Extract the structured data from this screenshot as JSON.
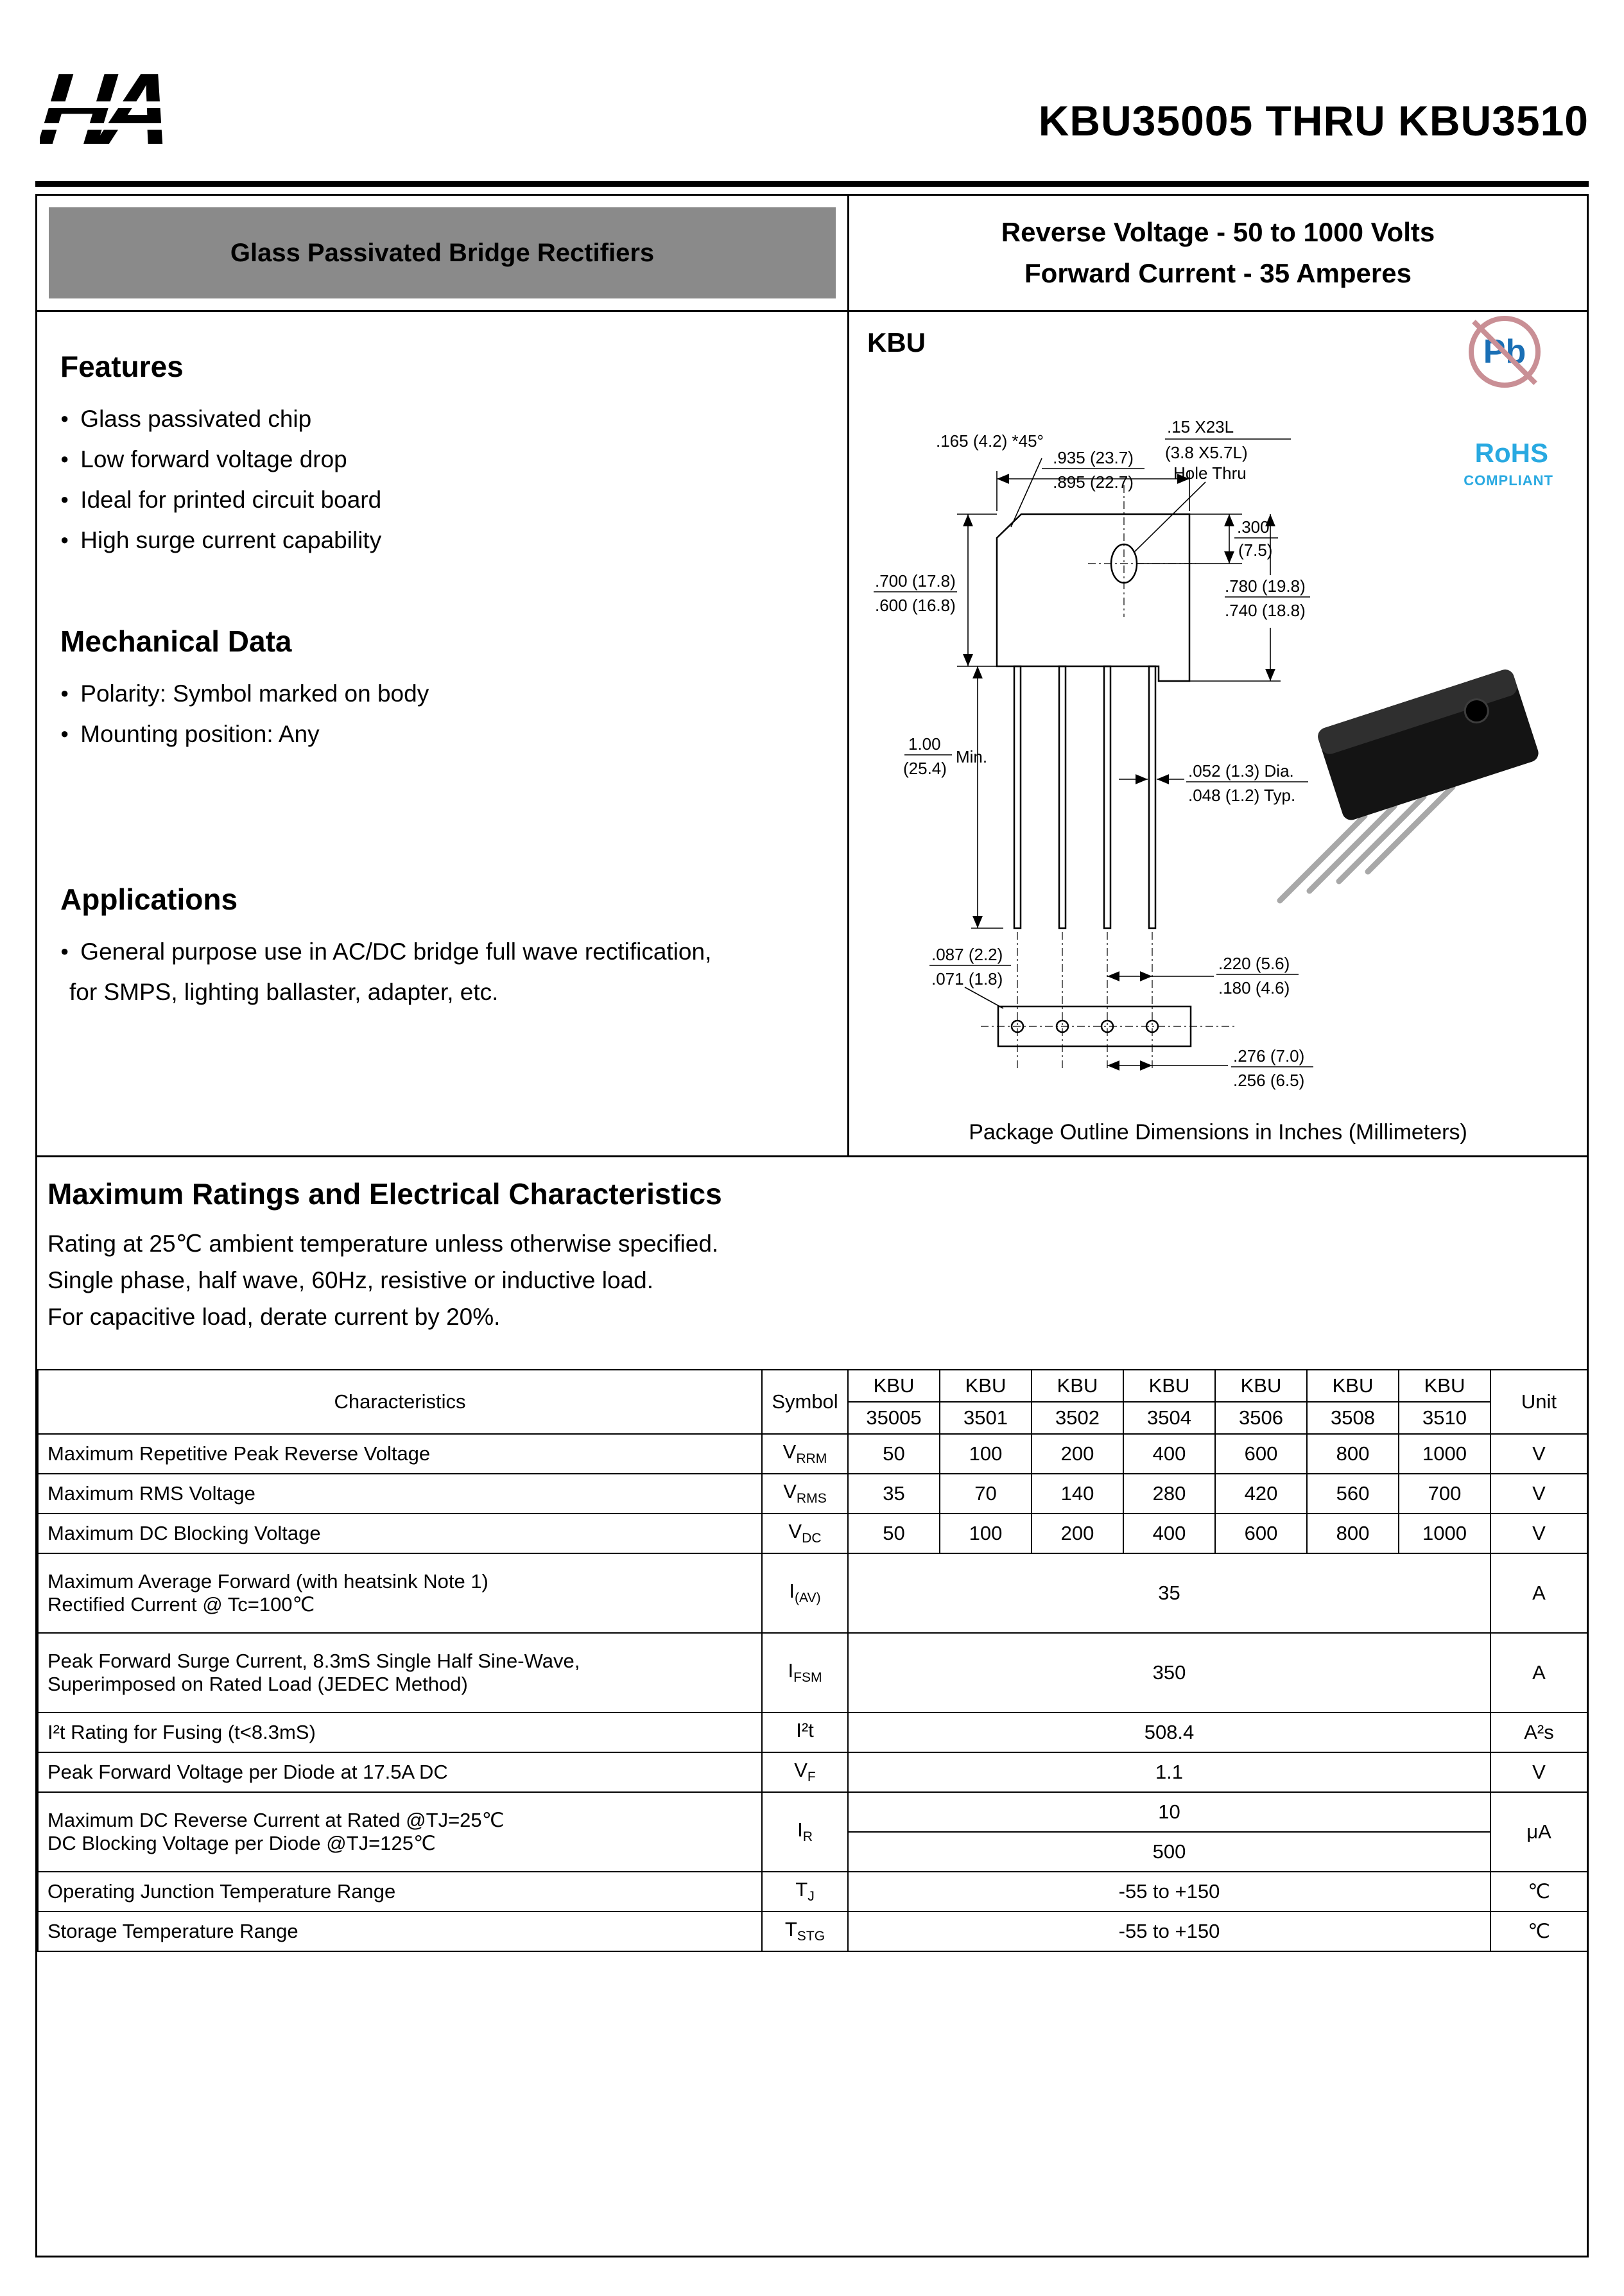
{
  "header": {
    "logo": "HA",
    "title": "KBU35005 THRU KBU3510"
  },
  "summary": {
    "product": "Glass Passivated Bridge Rectifiers",
    "reverse_voltage": "Reverse Voltage  -  50 to 1000 Volts",
    "forward_current": "Forward Current -  35 Amperes"
  },
  "features": {
    "heading": "Features",
    "items": [
      "Glass passivated chip",
      "Low forward voltage drop",
      "Ideal for printed circuit board",
      "High surge current capability"
    ]
  },
  "mechanical": {
    "heading": "Mechanical Data",
    "items": [
      "Polarity: Symbol marked on body",
      "Mounting position: Any"
    ]
  },
  "applications": {
    "heading": "Applications",
    "line1": "General purpose use in AC/DC bridge full wave rectification,",
    "line2": "for SMPS, lighting ballaster, adapter, etc."
  },
  "package": {
    "name": "KBU",
    "pb": "Pb",
    "rohs": "RoHS",
    "compliant": "COMPLIANT",
    "caption": "Package Outline Dimensions in Inches (Millimeters)",
    "dims": {
      "chamfer": ".165 (4.2) *45°",
      "w1": ".935 (23.7)",
      "w2": ".895 (22.7)",
      "h1": ".15  X23L",
      "h2": "(3.8  X5.7L)",
      "h3": "Hole Thru",
      "hp1": ".300",
      "hp2": "(7.5)",
      "l1": ".700 (17.8)",
      "l2": ".600 (16.8)",
      "r1": ".780 (19.8)",
      "r2": ".740 (18.8)",
      "ll1": "1.00",
      "ll2": "(25.4)",
      "ll3": "Min.",
      "d1": ".052 (1.3) Dia.",
      "d2": ".048 (1.2) Typ.",
      "t1": ".087 (2.2)",
      "t2": ".071 (1.8)",
      "p1a": ".220 (5.6)",
      "p1b": ".180 (4.6)",
      "p2a": ".276 (7.0)",
      "p2b": ".256 (6.5)"
    }
  },
  "ratings": {
    "heading": "Maximum Ratings and Electrical Characteristics",
    "notes": [
      "Rating at 25℃ ambient temperature unless otherwise specified.",
      "Single phase, half wave, 60Hz, resistive or inductive load.",
      "For capacitive load, derate current by 20%."
    ]
  },
  "table": {
    "col_characteristics": "Characteristics",
    "col_symbol": "Symbol",
    "col_unit": "Unit",
    "part_prefix": "KBU",
    "part_numbers": [
      "35005",
      "3501",
      "3502",
      "3504",
      "3506",
      "3508",
      "3510"
    ],
    "rows": [
      {
        "char": "Maximum Repetitive Peak Reverse Voltage",
        "sym": "V",
        "sub": "RRM",
        "values": [
          "50",
          "100",
          "200",
          "400",
          "600",
          "800",
          "1000"
        ],
        "unit": "V"
      },
      {
        "char": "Maximum RMS Voltage",
        "sym": "V",
        "sub": "RMS",
        "values": [
          "35",
          "70",
          "140",
          "280",
          "420",
          "560",
          "700"
        ],
        "unit": "V"
      },
      {
        "char": "Maximum DC Blocking Voltage",
        "sym": "V",
        "sub": "DC",
        "values": [
          "50",
          "100",
          "200",
          "400",
          "600",
          "800",
          "1000"
        ],
        "unit": "V"
      },
      {
        "char1": "Maximum Average Forward  (with heatsink Note 1)",
        "char2": "Rectified Current   @ Tc=100℃",
        "sym": "I",
        "sub": "(AV)",
        "value": "35",
        "unit": "A"
      },
      {
        "char1": "Peak Forward Surge Current, 8.3mS Single Half Sine-Wave,",
        "char2": "Superimposed on Rated Load (JEDEC Method)",
        "sym": "I",
        "sub": "FSM",
        "value": "350",
        "unit": "A"
      },
      {
        "char": "I²t Rating for Fusing (t<8.3mS)",
        "sym": "I²t",
        "sub": "",
        "value": "508.4",
        "unit": "A²s"
      },
      {
        "char": "Peak Forward Voltage per Diode at 17.5A DC",
        "sym": "V",
        "sub": "F",
        "value": "1.1",
        "unit": "V"
      },
      {
        "char1": "Maximum DC Reverse Current at Rated @TJ=25℃",
        "char2": "DC Blocking Voltage per Diode @TJ=125℃",
        "sym": "I",
        "sub": "R",
        "value1": "10",
        "value2": "500",
        "unit": "μA"
      },
      {
        "char": "Operating Junction Temperature Range",
        "sym": "T",
        "sub": "J",
        "value": "-55 to +150",
        "unit": "℃"
      },
      {
        "char": "Storage Temperature Range",
        "sym": "T",
        "sub": "STG",
        "value": "-55 to +150",
        "unit": "℃"
      }
    ]
  }
}
